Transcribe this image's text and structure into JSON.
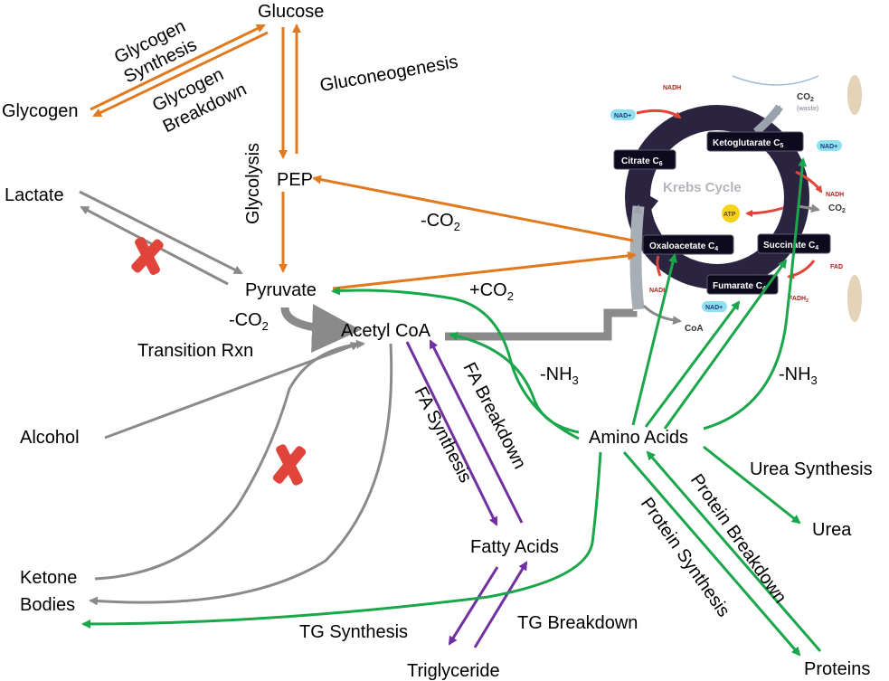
{
  "nodes": {
    "glucose": "Glucose",
    "glycogen": "Glycogen",
    "glycogen_synthesis": [
      "Glycogen",
      "Synthesis"
    ],
    "glycogen_breakdown": [
      "Glycogen",
      "Breakdown"
    ],
    "gluconeogenesis": "Gluconeogenesis",
    "glycolysis": "Glycolysis",
    "pep": "PEP",
    "lactate": "Lactate",
    "pyruvate": "Pyruvate",
    "minus_co2_pyr": "-CO",
    "minus_co2_pep": "-CO",
    "plus_co2": "+CO",
    "sub_2": "2",
    "transition_rxn": "Transition Rxn",
    "acetyl_coa": "Acetyl CoA",
    "alcohol": "Alcohol",
    "ketone": "Ketone",
    "bodies": "Bodies",
    "fa_breakdown": "FA Breakdown",
    "fa_synthesis": "FA Synthesis",
    "fatty_acids": "Fatty Acids",
    "tg_synthesis": "TG Synthesis",
    "tg_breakdown": "TG Breakdown",
    "triglyceride": "Triglyceride",
    "amino_acids": "Amino Acids",
    "minus_nh3_left": "-NH",
    "minus_nh3_right": "-NH",
    "sub_3": "3",
    "urea_synthesis": "Urea Synthesis",
    "urea": "Urea",
    "protein_breakdown": "Protein Breakdown",
    "protein_synthesis": "Protein Synthesis",
    "proteins": "Proteins"
  },
  "krebs": {
    "title": "Krebs Cycle",
    "citrate": "Citrate C",
    "citrate_sub": "6",
    "ketoglutarate": "Ketoglutarate C",
    "ketoglutarate_sub": "5",
    "oxaloacetate": "Oxaloacetate C",
    "oxaloacetate_sub": "4",
    "succinate": "Succinate C",
    "succinate_sub": "4",
    "fumarate": "Fumarate C",
    "fumarate_sub": "4",
    "nadh": "NADH",
    "nad": "NAD+",
    "co2": "CO",
    "co2_sub": "2",
    "waste": "(waste)",
    "atp": "ATP",
    "fad": "FAD",
    "fadh2": "FADH",
    "fadh2_sub": "2",
    "coa": "CoA"
  },
  "colors": {
    "orange": "#e07a1f",
    "green": "#1aa64a",
    "gray": "#8a8a8a",
    "purple": "#7030a0",
    "red_x": "#e0443a",
    "cycle": "#2a2440"
  }
}
